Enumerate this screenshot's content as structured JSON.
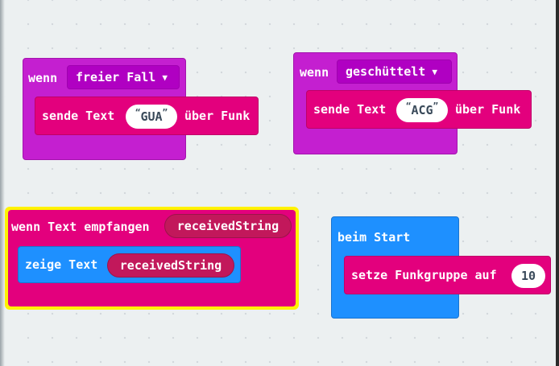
{
  "block1": {
    "event_word": "wenn",
    "event_dropdown": "freier Fall",
    "action_label": "sende Text",
    "string_value": "GUA",
    "action_suffix": "über Funk"
  },
  "block2": {
    "event_word": "wenn",
    "event_dropdown": "geschüttelt",
    "action_label": "sende Text",
    "string_value": "ACG",
    "action_suffix": "über Funk"
  },
  "block3": {
    "event_label": "wenn Text empfangen",
    "event_variable": "receivedString",
    "action_label": "zeige Text",
    "action_variable": "receivedString"
  },
  "block4": {
    "event_label": "beim Start",
    "action_label": "setze Funkgruppe auf",
    "number_value": "10"
  },
  "icons": {
    "dropdown_caret": "caret-down-icon",
    "quote_open": "“",
    "quote_close": "”"
  },
  "colors": {
    "event_purple": "#c41fd0",
    "radio_pink": "#e3007d",
    "basic_blue": "#1e90ff",
    "variable_red": "#c2185b",
    "selection_yellow": "#fff200",
    "workspace_bg": "#ecf0f1"
  }
}
